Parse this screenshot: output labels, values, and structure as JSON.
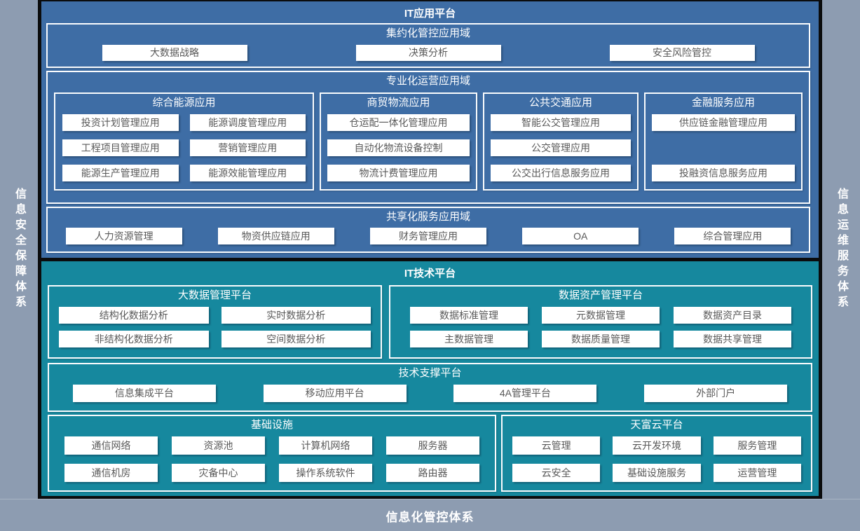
{
  "colors": {
    "app_panel_blue": "#3e6da5",
    "tech_panel_teal": "#16889e",
    "frame_gray": "#8d9cb1",
    "frame_black": "#0b0c0d",
    "box_fill": "#ffffff",
    "box_text": "#595959",
    "border_white": "#fafcfe"
  },
  "frame": {
    "left_label": "信息安全保障体系",
    "right_label": "信息运维服务体系",
    "bottom_label": "信息化管控体系"
  },
  "app_platform": {
    "title": "IT应用平台",
    "intensive": {
      "title": "集约化管控应用域",
      "items": [
        "大数据战略",
        "决策分析",
        "安全风险管控"
      ]
    },
    "professional": {
      "title": "专业化运营应用域",
      "energy": {
        "title": "综合能源应用",
        "items": [
          "投资计划管理应用",
          "能源调度管理应用",
          "工程项目管理应用",
          "营销管理应用",
          "能源生产管理应用",
          "能源效能管理应用"
        ]
      },
      "logistics": {
        "title": "商贸物流应用",
        "items": [
          "仓运配一体化管理应用",
          "自动化物流设备控制",
          "物流计费管理应用"
        ]
      },
      "transport": {
        "title": "公共交通应用",
        "items": [
          "智能公交管理应用",
          "公交管理应用",
          "公交出行信息服务应用"
        ]
      },
      "finance": {
        "title": "金融服务应用",
        "items": [
          "供应链金融管理应用",
          "投融资信息服务应用"
        ]
      }
    },
    "shared": {
      "title": "共享化服务应用域",
      "items": [
        "人力资源管理",
        "物资供应链应用",
        "财务管理应用",
        "OA",
        "综合管理应用"
      ]
    }
  },
  "tech_platform": {
    "title": "IT技术平台",
    "bigdata": {
      "title": "大数据管理平台",
      "items": [
        "结构化数据分析",
        "实时数据分析",
        "非结构化数据分析",
        "空间数据分析"
      ]
    },
    "data_asset": {
      "title": "数据资产管理平台",
      "items": [
        "数据标准管理",
        "元数据管理",
        "数据资产目录",
        "主数据管理",
        "数据质量管理",
        "数据共享管理"
      ]
    },
    "support": {
      "title": "技术支撑平台",
      "items": [
        "信息集成平台",
        "移动应用平台",
        "4A管理平台",
        "外部门户"
      ]
    },
    "infrastructure": {
      "title": "基础设施",
      "items": [
        "通信网络",
        "资源池",
        "计算机网络",
        "服务器",
        "通信机房",
        "灾备中心",
        "操作系统软件",
        "路由器"
      ]
    },
    "cloud": {
      "title": "天富云平台",
      "items": [
        "云管理",
        "云开发环境",
        "服务管理",
        "云安全",
        "基础设施服务",
        "运营管理"
      ]
    }
  }
}
